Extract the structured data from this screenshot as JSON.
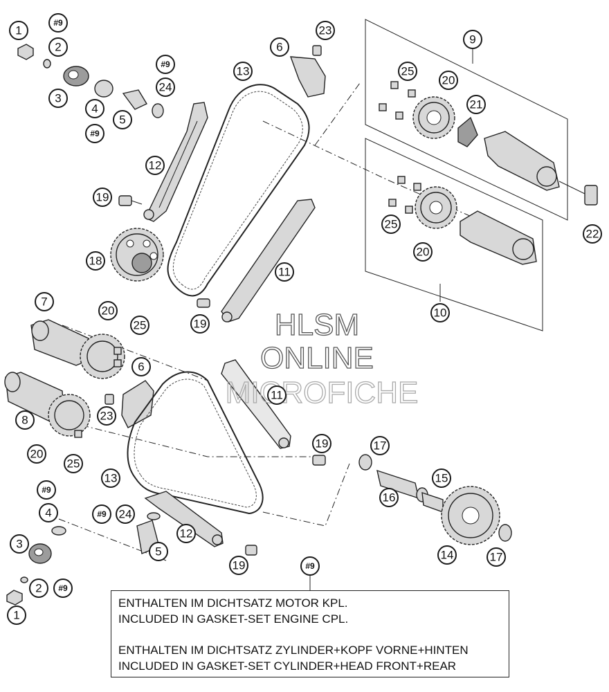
{
  "callouts": {
    "c1a": "1",
    "c2a": "2",
    "c3a": "3",
    "c4a": "4",
    "c5a": "5",
    "h9a": "#9",
    "h9b": "#9",
    "h9c": "#9",
    "c24a": "24",
    "c6a": "6",
    "c23a": "23",
    "c13a": "13",
    "c12a": "12",
    "c19a": "19",
    "c18a": "18",
    "c11a": "11",
    "c19b": "19",
    "c9": "9",
    "c25a": "25",
    "c20a": "20",
    "c21": "21",
    "c22": "22",
    "c25b": "25",
    "c20b": "20",
    "c10": "10",
    "c7": "7",
    "c20c": "20",
    "c25c": "25",
    "c6b": "6",
    "c23b": "23",
    "c8": "8",
    "c20d": "20",
    "c25d": "25",
    "c13b": "13",
    "c11b": "11",
    "c19c": "19",
    "c17a": "17",
    "c15": "15",
    "c16": "16",
    "c14": "14",
    "c17b": "17",
    "h9d": "#9",
    "c4b": "4",
    "h9e": "#9",
    "c24b": "24",
    "c12b": "12",
    "c3b": "3",
    "c5b": "5",
    "c19d": "19",
    "c2b": "2",
    "h9f": "#9",
    "c1b": "1",
    "h9g": "#9"
  },
  "watermark": {
    "line1": "HLSM",
    "line2": "ONLINE",
    "line3": "MICROFICHE"
  },
  "note": {
    "line1": "ENTHALTEN IM DICHTSATZ MOTOR KPL.",
    "line2": "INCLUDED IN GASKET-SET ENGINE CPL.",
    "line3": "ENTHALTEN IM DICHTSATZ ZYLINDER+KOPF VORNE+HINTEN",
    "line4": "INCLUDED IN GASKET-SET CYLINDER+HEAD FRONT+REAR"
  }
}
